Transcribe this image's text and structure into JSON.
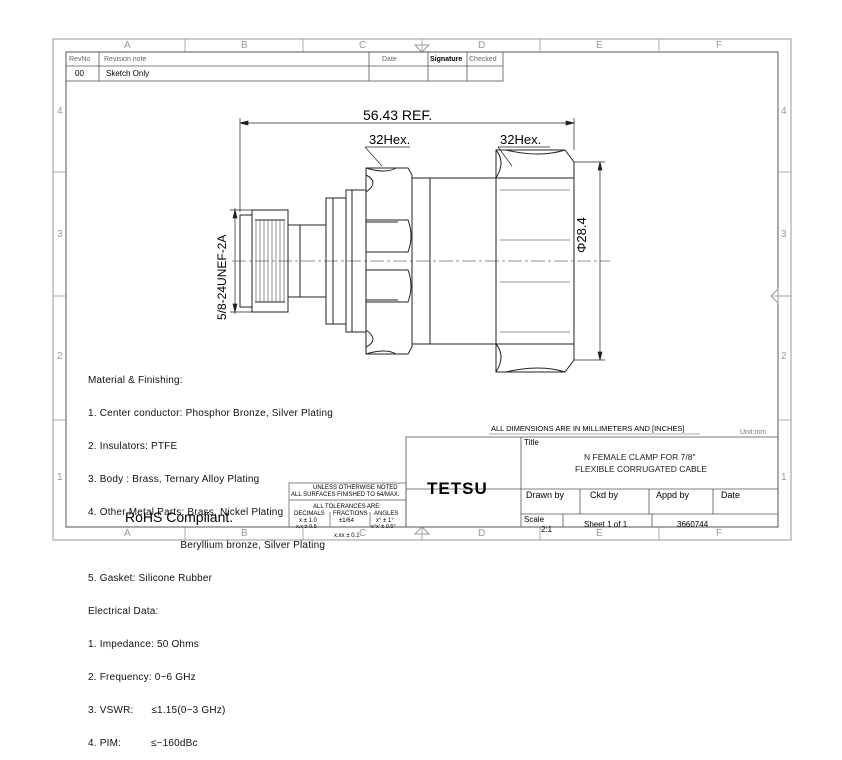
{
  "revision_table": {
    "headers": [
      "RevNo",
      "Revision note",
      "Date",
      "Signature",
      "Checked"
    ],
    "rows": [
      {
        "rev": "00",
        "note": "Sketch Only"
      }
    ]
  },
  "grid": {
    "columns": [
      "A",
      "B",
      "C",
      "D",
      "E",
      "F"
    ],
    "rows": [
      "4",
      "3",
      "2",
      "1"
    ]
  },
  "dimensions": {
    "overall_length": "56.43 REF.",
    "hex_left": "32Hex.",
    "hex_right": "32Hex.",
    "diameter": "Φ28.4",
    "thread": "5/8-24UNEF-2A"
  },
  "materials": {
    "lines": [
      "Material & Finishing:",
      "1. Center conductor: Phosphor Bronze, Silver Plating",
      "2. Insulators: PTFE",
      "3. Body : Brass, Ternary Alloy Plating",
      "4. Other Metal Parts: Brass, Nickel Plating",
      "                               Beryllium bronze, Silver Plating",
      "5. Gasket: Silicone Rubber",
      "Electrical Data:",
      "1. Impedance: 50 Ohms",
      "2. Frequency: 0~6 GHz",
      "3. VSWR:      ≤1.15(0~3 GHz)",
      "4. PIM:          ≤−160dBc"
    ]
  },
  "rohs": "RoHS Compliant.",
  "dimension_note": "ALL DIMENSIONS ARE IN MILLIMETERS AND [INCHES]",
  "unit": "Unit:mm",
  "tolerance_block": {
    "line1": "UNLESS OTHERWISE NOTED",
    "line2": "ALL SURFACES FINISHED TO 64/MAX.",
    "line3": "ALL TOLERANCES ARE:",
    "col_decimals": "DECIMALS",
    "col_fractions": "FRACTIONS",
    "col_angles": "ANGLES",
    "dec1": "x ± 1.0",
    "dec2": "x.x ± 0.5",
    "frac": "±1/64",
    "ang1": "x° ± 1°",
    "ang2": "x°x' ± 0.5°",
    "dec3": "x.xx ± 0.1"
  },
  "title_block": {
    "company": "TETSU",
    "title_label": "Title",
    "title_line1": "N  FEMALE  CLAMP  FOR  7/8\"",
    "title_line2": "FLEXIBLE  CORRUGATED  CABLE",
    "drawn_by": "Drawn by",
    "ckd_by": "Ckd by",
    "appd_by": "Appd by",
    "date": "Date",
    "scale_label": "Scale",
    "scale_value": "2:1",
    "sheet": "Sheet 1 of 1",
    "drawing_no": "3660744"
  }
}
